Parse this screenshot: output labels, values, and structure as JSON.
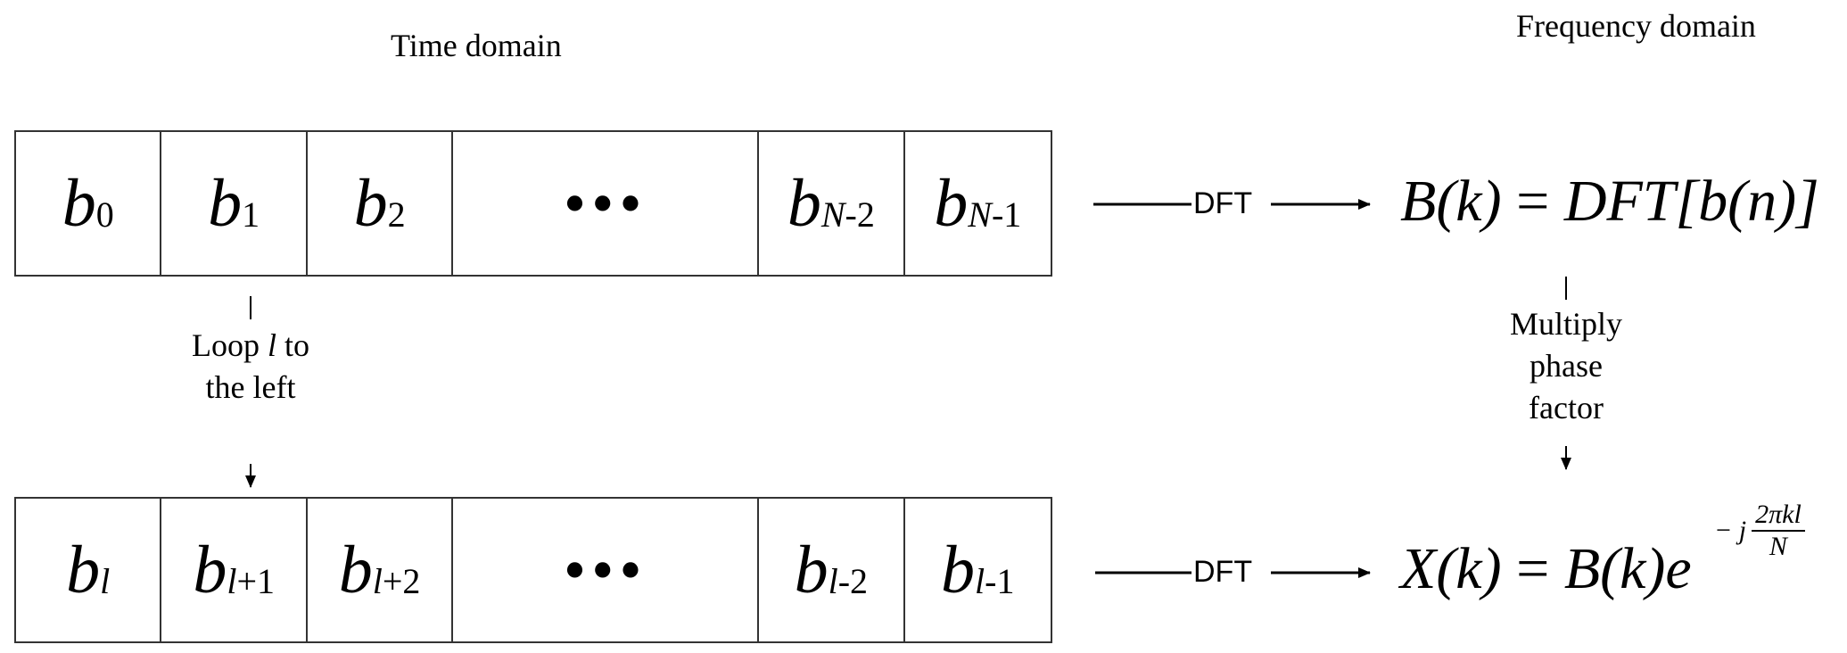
{
  "headers": {
    "time": "Time domain",
    "frequency": "Frequency domain"
  },
  "row1": [
    {
      "base": "b",
      "sub": "0"
    },
    {
      "base": "b",
      "sub": "1"
    },
    {
      "base": "b",
      "sub": "2"
    },
    {
      "dots": "•••"
    },
    {
      "base": "b",
      "sub_var": "N",
      "sub_rest": "-2"
    },
    {
      "base": "b",
      "sub_var": "N",
      "sub_rest": "-1"
    }
  ],
  "row2": [
    {
      "base": "b",
      "sub_var": "l",
      "sub_rest": ""
    },
    {
      "base": "b",
      "sub_var": "l",
      "sub_rest": "+1"
    },
    {
      "base": "b",
      "sub_var": "l",
      "sub_rest": "+2"
    },
    {
      "dots": "•••"
    },
    {
      "base": "b",
      "sub_var": "l",
      "sub_rest": "-2"
    },
    {
      "base": "b",
      "sub_var": "l",
      "sub_rest": "-1"
    }
  ],
  "loop_label": {
    "line1a": "Loop ",
    "line1var": "l",
    "line1b": " to",
    "line2": "the left"
  },
  "phase_label": {
    "line1": "Multiply",
    "line2": "phase",
    "line3": "factor"
  },
  "dft_label": "DFT",
  "equation1": {
    "lhs": "B(k)",
    "eq": " = ",
    "rhs_fn": "DFT",
    "rhs_arg": "[b(n)]"
  },
  "equation2": {
    "lhs": "X(k)",
    "eq": " = ",
    "rhs": "B(k)e",
    "exp_prefix": "− j",
    "exp_num": "2πkl",
    "exp_den": "N"
  }
}
